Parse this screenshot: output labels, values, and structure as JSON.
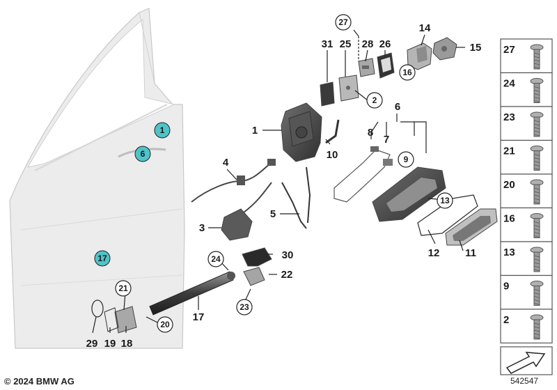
{
  "copyright": "© 2024 BMW AG",
  "diagram_id": "542547",
  "callouts": {
    "c1": "1",
    "c2": "2",
    "c3": "3",
    "c4": "4",
    "c5": "5",
    "c6": "6",
    "c7": "7",
    "c8": "8",
    "c9": "9",
    "c10": "10",
    "c11": "11",
    "c12": "12",
    "c13": "13",
    "c14": "14",
    "c15": "15",
    "c16": "16",
    "c17": "17",
    "c18": "18",
    "c19": "19",
    "c20": "20",
    "c21": "21",
    "c22": "22",
    "c23": "23",
    "c24": "24",
    "c25": "25",
    "c26": "26",
    "c27": "27",
    "c28": "28",
    "c29": "29",
    "c30": "30",
    "c31": "31",
    "door1": "1",
    "door6": "6",
    "door17": "17"
  },
  "legend": [
    "27",
    "24",
    "23",
    "21",
    "20",
    "16",
    "13",
    "9",
    "2"
  ],
  "colors": {
    "door_marker": "#4fc3c8",
    "door_fill": "#ebebeb",
    "part_fill": "#8a8a8a"
  }
}
